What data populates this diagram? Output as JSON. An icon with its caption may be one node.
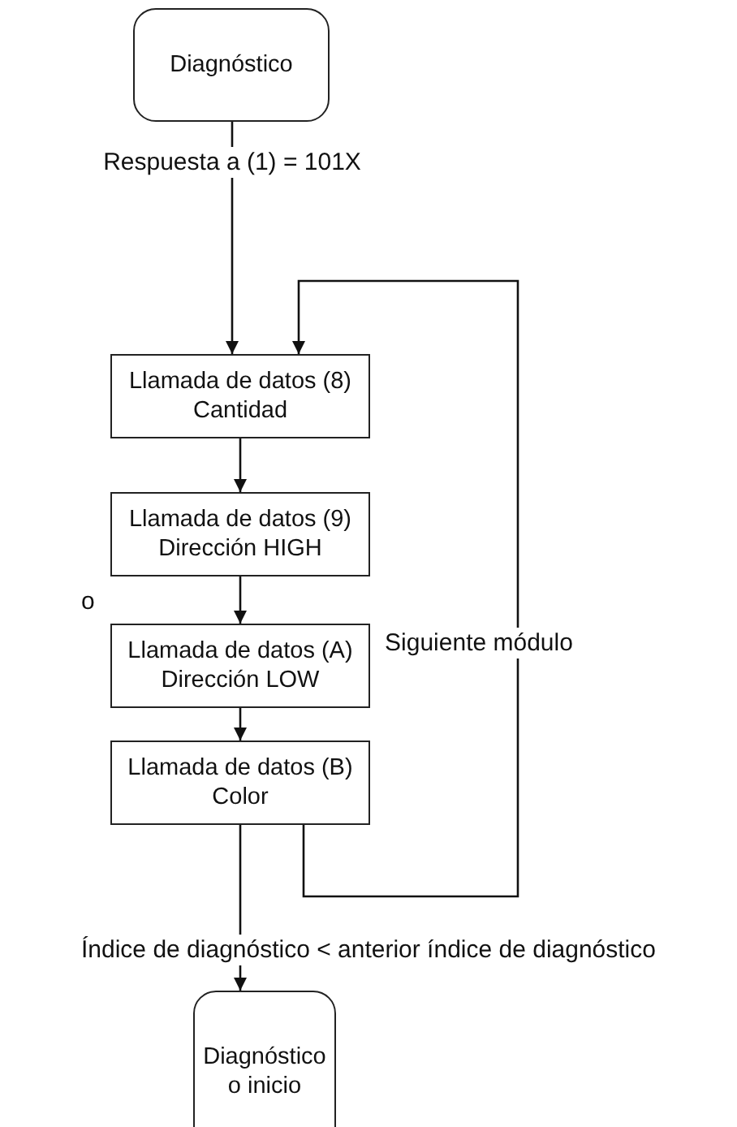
{
  "diagram": {
    "nodes": [
      {
        "text": [
          "Diagnóstico"
        ]
      },
      {
        "text": [
          "Llamada de datos (8) Cantidad"
        ]
      },
      {
        "text": [
          "Llamada de datos (9) Dirección HIGH"
        ]
      },
      {
        "text": [
          "Llamada de datos (A) Dirección LOW"
        ]
      },
      {
        "text": [
          "Llamada de datos (B) Color"
        ]
      },
      {
        "text": [
          "Diagnóstico o inicio"
        ]
      }
    ],
    "edges": [
      {
        "from": 0,
        "to": 1,
        "arrow": "to",
        "label": "Respuesta a (1) = 101X"
      },
      {
        "from": 1,
        "to": 2,
        "arrow": "to"
      },
      {
        "from": 2,
        "to": 3,
        "arrow": "to"
      },
      {
        "from": 3,
        "to": 4,
        "arrow": "to"
      },
      {
        "from": 4,
        "to": 5,
        "arrow": "to",
        "label": "Índice de diagnóstico < anterior índice de diagnóstico"
      },
      {
        "from": 4,
        "to": 1,
        "arrow": "to",
        "label": "Siguiente módulo"
      }
    ],
    "labels": [
      "o"
    ]
  }
}
